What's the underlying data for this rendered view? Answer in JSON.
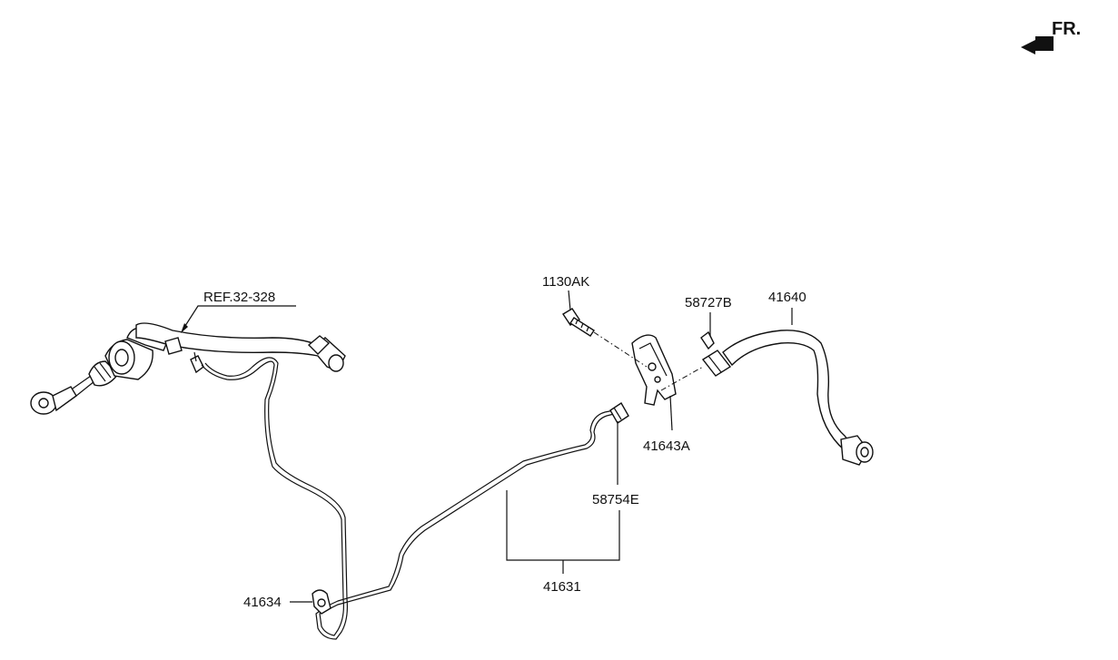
{
  "orientation": {
    "label": "FR."
  },
  "callouts": {
    "ref": "REF.32-328",
    "bolt": "1130AK",
    "clip_top": "58727B",
    "hose": "41640",
    "bracket": "41643A",
    "fitting": "58754E",
    "tube_assembly": "41631",
    "clip_bottom": "41634"
  },
  "colors": {
    "line": "#111111",
    "background": "#ffffff"
  }
}
